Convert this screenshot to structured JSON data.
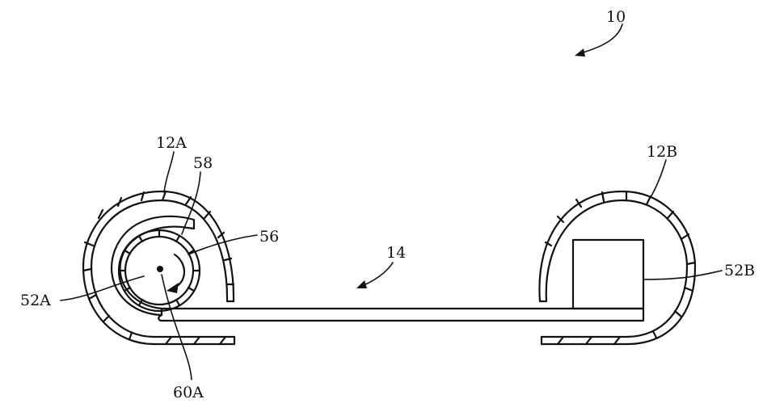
{
  "figure": {
    "labels": {
      "device": "10",
      "housing_left": "12A",
      "housing_right": "12B",
      "display": "14",
      "roller_left": "52A",
      "roller_right": "52B",
      "motor": "56",
      "roller_layer": "58",
      "axis": "60A"
    }
  }
}
